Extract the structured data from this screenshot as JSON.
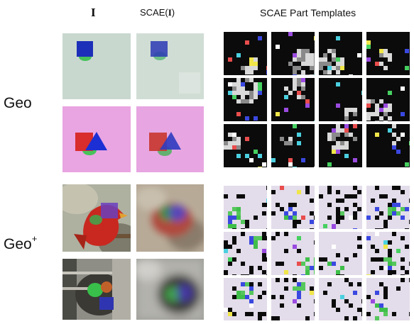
{
  "headers": {
    "input": "I",
    "reconstruction_prefix": "SCAE(",
    "reconstruction_symbol": "I",
    "reconstruction_suffix": ")",
    "templates": "SCAE Part Templates"
  },
  "rows": {
    "geo": "Geo",
    "geo_plus": "Geo",
    "geo_plus_sup": "+"
  },
  "colors": {
    "geo_bg_1": "#c9d8cf",
    "geo_bg_2": "#e9a4e2",
    "template_dark": "#0b0b0b",
    "template_light": "#e3dcea"
  }
}
